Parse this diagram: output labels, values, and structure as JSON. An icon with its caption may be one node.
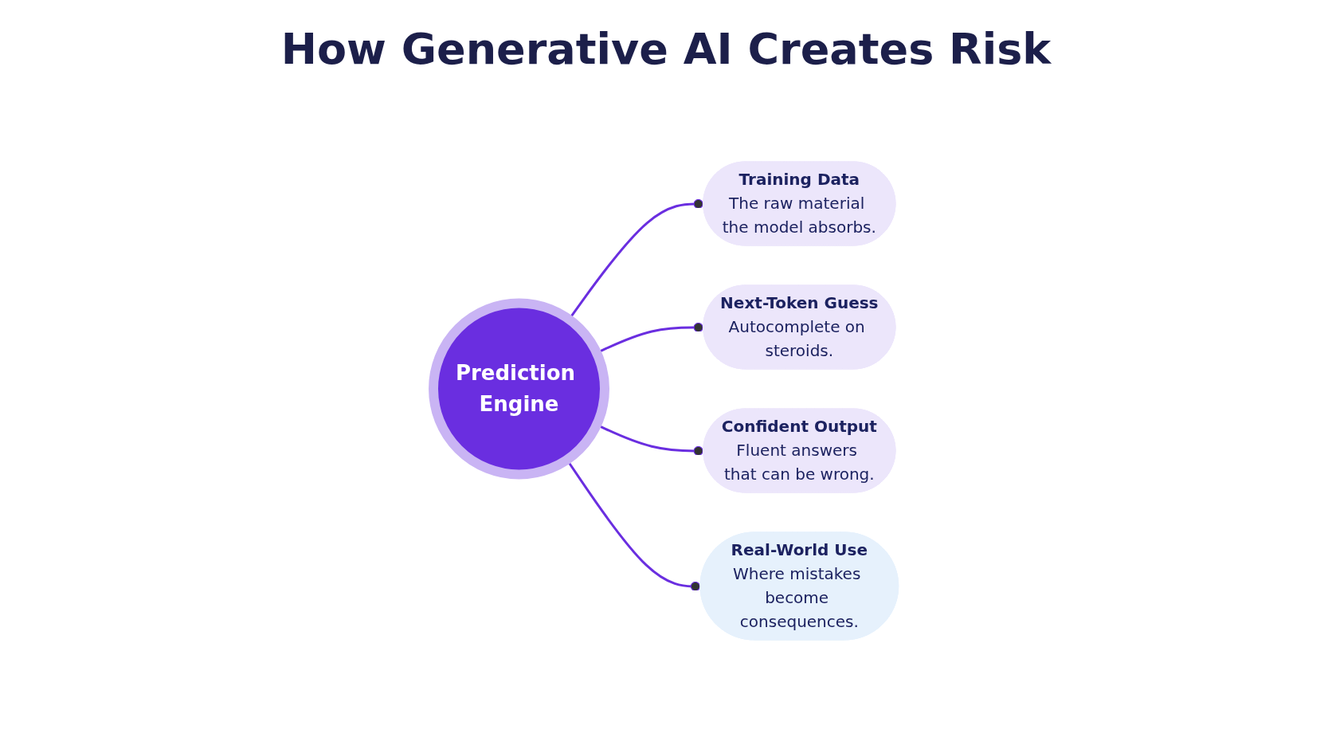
{
  "diagram": {
    "title": "How Generative AI Creates Risk",
    "nodes": [
      {
        "text": [
          "Training Data",
          "The raw material the model absorbs."
        ]
      },
      {
        "text": [
          "Next-Token Guess",
          "Autocomplete on steroids."
        ]
      },
      {
        "text": [
          "Prediction Engine"
        ]
      },
      {
        "text": [
          "Confident Output",
          "Fluent answers that can be wrong."
        ]
      },
      {
        "text": [
          "Real-World Use",
          "Where mistakes become consequences."
        ]
      }
    ],
    "edges": [
      {
        "from": 2,
        "to": 0,
        "arrow": "other"
      },
      {
        "from": 2,
        "to": 1,
        "arrow": "other"
      },
      {
        "from": 2,
        "to": 3,
        "arrow": "other"
      },
      {
        "from": 2,
        "to": 4,
        "arrow": "other"
      }
    ]
  }
}
